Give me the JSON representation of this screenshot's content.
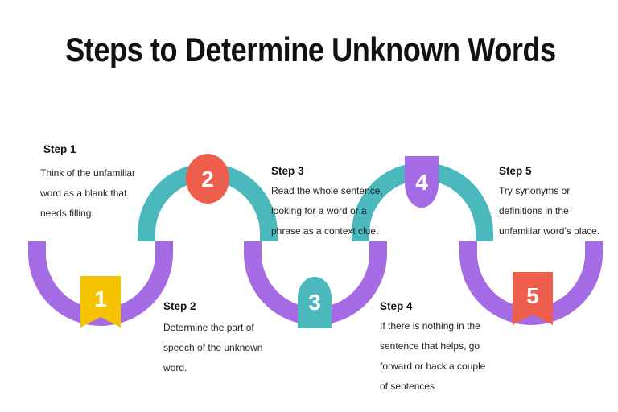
{
  "title": "Steps to Determine Unknown Words",
  "colors": {
    "purple": "#A56BE4",
    "teal": "#4BB8BD",
    "yellow": "#F5C300",
    "coral": "#EE5E4C",
    "text": "#111111"
  },
  "steps": [
    {
      "number": "1",
      "title": "Step 1",
      "lines": [
        "Think of the unfamiliar",
        "word as a blank that",
        "needs filling."
      ]
    },
    {
      "number": "2",
      "title": "Step 2",
      "lines": [
        "Determine the part of",
        "speech of the unknown",
        "word."
      ]
    },
    {
      "number": "3",
      "title": "Step 3",
      "lines": [
        "Read the whole sentence,",
        "looking for a word or a",
        "phrase as a context clue."
      ]
    },
    {
      "number": "4",
      "title": "Step 4",
      "lines": [
        "If there is nothing in the",
        "sentence that helps, go",
        "forward or back a couple",
        "of sentences"
      ]
    },
    {
      "number": "5",
      "title": "Step 5",
      "lines": [
        "Try synonyms or",
        "definitions in the",
        "unfamiliar word’s place."
      ]
    }
  ]
}
